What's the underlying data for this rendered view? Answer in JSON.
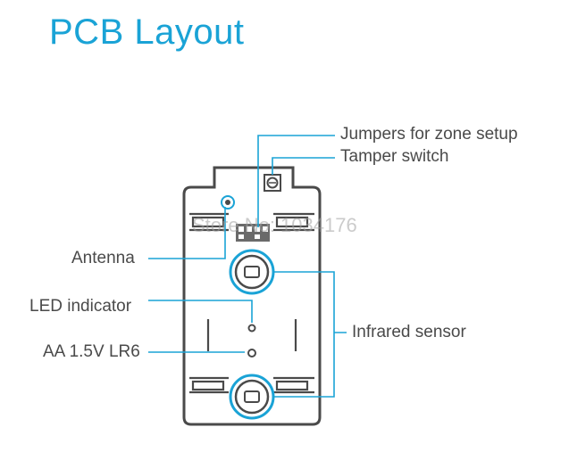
{
  "title": "PCB Layout",
  "labels": {
    "jumpers": "Jumpers for zone setup",
    "tamper": "Tamper switch",
    "antenna": "Antenna",
    "led": "LED indicator",
    "battery": "AA 1.5V LR6",
    "infrared": "Infrared sensor"
  },
  "watermark": "Store No: 1034176",
  "colors": {
    "accent": "#1aa3d6",
    "outline": "#4a4a4a",
    "text": "#4a4a4a"
  }
}
